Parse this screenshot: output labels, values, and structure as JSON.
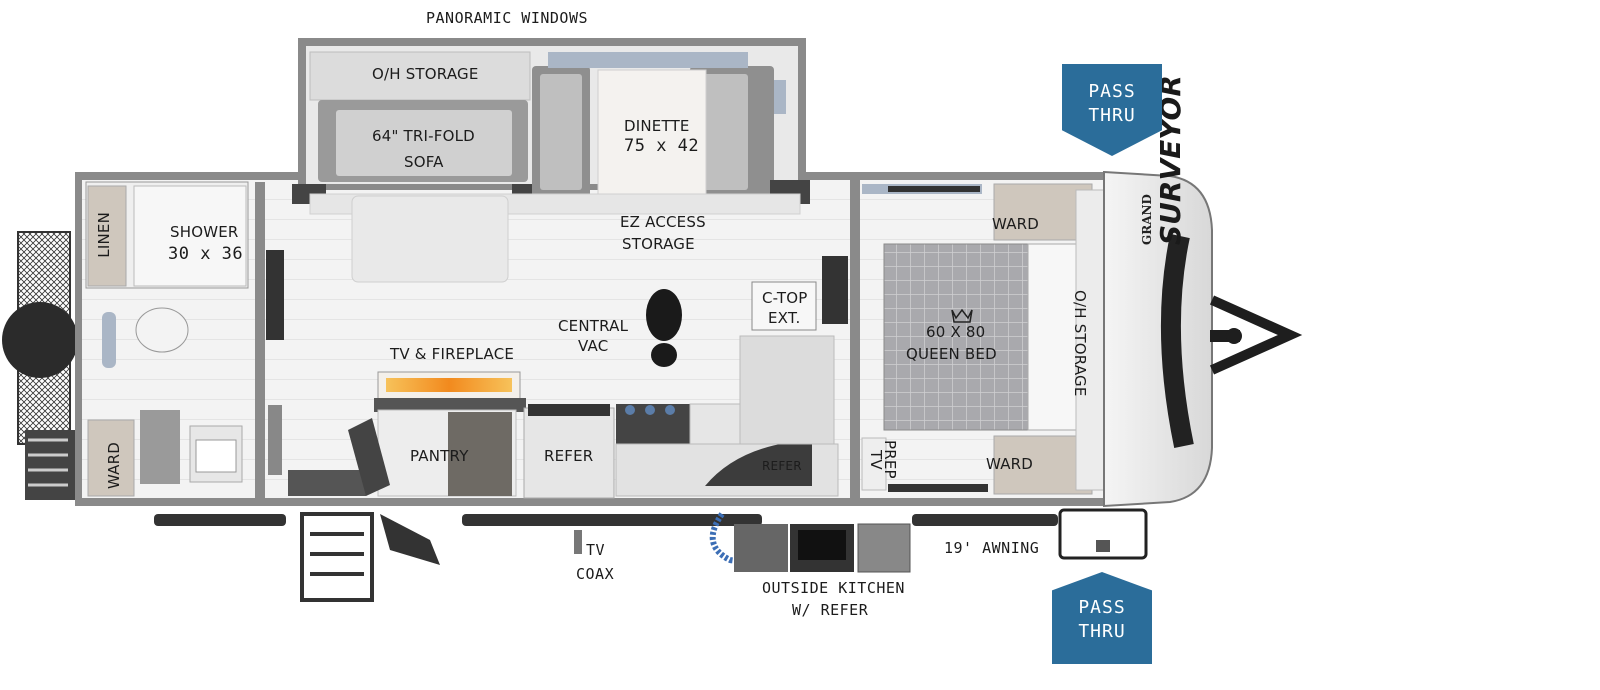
{
  "labels": {
    "panoramic_windows": "PANORAMIC WINDOWS",
    "oh_storage_top": "O/H STORAGE",
    "sofa_line1": "64\" TRI-FOLD",
    "sofa_line2": "SOFA",
    "dinette_line1": "DINETTE",
    "dinette_line2": "75 x 42",
    "ez_line1": "EZ ACCESS",
    "ez_line2": "STORAGE",
    "linen": "LINEN",
    "shower_line1": "SHOWER",
    "shower_line2": "30 x 36",
    "central_vac_line1": "CENTRAL",
    "central_vac_line2": "VAC",
    "ctop_line1": "C-TOP",
    "ctop_line2": "EXT.",
    "tv_fireplace": "TV & FIREPLACE",
    "pantry": "PANTRY",
    "refer": "REFER",
    "refer_small": "REFER",
    "ward_bath": "WARD",
    "tv_prep_line1": "TV",
    "tv_prep_line2": "PREP",
    "ward_top": "WARD",
    "ward_bottom": "WARD",
    "bed_line1": "60 X 80",
    "bed_line2": "QUEEN BED",
    "oh_storage_side": "O/H STORAGE",
    "tv_coax_line1": "TV",
    "tv_coax_line2": "COAX",
    "outside_kitchen_line1": "OUTSIDE KITCHEN",
    "outside_kitchen_line2": "W/ REFER",
    "awning": "19' AWNING"
  },
  "badges": {
    "top": {
      "line1": "PASS",
      "line2": "THRU"
    },
    "bottom": {
      "line1": "PASS",
      "line2": "THRU"
    }
  },
  "brand": {
    "line1": "GRAND",
    "line2": "SURVEYOR"
  },
  "colors": {
    "wall": "#7a7a7a",
    "floor": "#f2f2f2",
    "cabinet": "#d7d2cc",
    "badge": "#2b6d9a"
  }
}
